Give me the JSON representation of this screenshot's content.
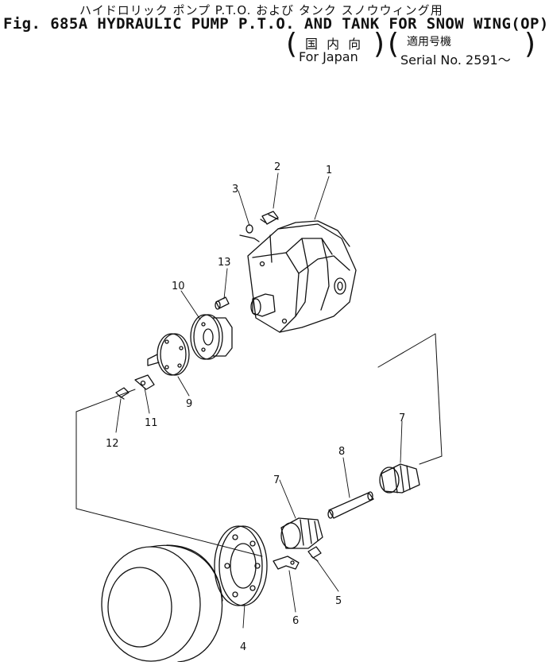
{
  "header": {
    "japanese_title": "ハイドロリック ポンプ P.T.O. および タンク スノウウィング用",
    "english_title": "Fig. 685A HYDRAULIC PUMP P.T.O. AND TANK FOR SNOW WING(OP)",
    "domestic_jp": "国 内 向",
    "domestic_en": "For Japan",
    "serial_jp": "適用号機",
    "serial_en": "Serial No. 2591～"
  },
  "callouts": [
    {
      "num": "1",
      "part": "hydraulic-pump"
    },
    {
      "num": "2",
      "part": "bolt"
    },
    {
      "num": "3",
      "part": "washer"
    },
    {
      "num": "13",
      "part": "grease-fitting"
    },
    {
      "num": "10",
      "part": "coupling-flange"
    },
    {
      "num": "9",
      "part": "flange-shaft"
    },
    {
      "num": "11",
      "part": "lock-plate"
    },
    {
      "num": "12",
      "part": "bolt"
    },
    {
      "num": "7",
      "part": "universal-joint-yoke"
    },
    {
      "num": "8",
      "part": "shaft"
    },
    {
      "num": "7",
      "part": "universal-joint-yoke"
    },
    {
      "num": "4",
      "part": "pto-flange"
    },
    {
      "num": "5",
      "part": "bolt"
    },
    {
      "num": "6",
      "part": "lock-plate"
    }
  ]
}
